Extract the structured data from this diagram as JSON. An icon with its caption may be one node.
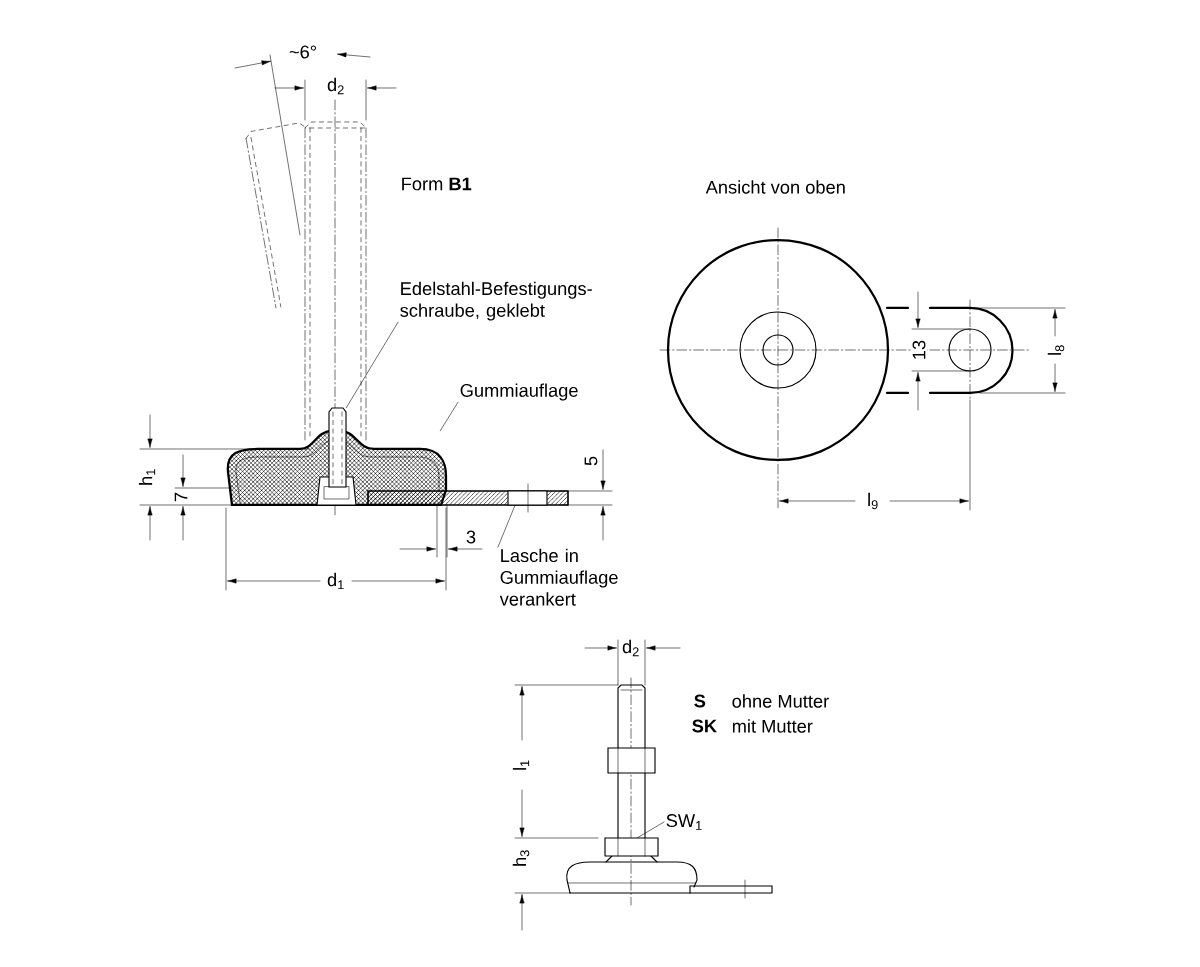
{
  "diagram": {
    "nodes": [
      {
        "text": [
          "Edelstahl-Befestigungs- schraube, geklebt"
        ]
      },
      {
        "text": [
          "Gummiauflage"
        ]
      },
      {
        "text": [
          "Lasche in Gummiauflage verankert"
        ]
      },
      {
        "text": [
          "SW$_{1}$"
        ]
      },
      {
        "text": [],
        "shape": "picture"
      },
      {
        "text": [],
        "shape": "picture"
      },
      {
        "text": [],
        "shape": "picture"
      },
      {
        "text": [],
        "shape": "picture"
      }
    ],
    "edges": [
      {
        "from": 0,
        "to": 4,
        "arrow": "none"
      },
      {
        "from": 1,
        "to": 5,
        "arrow": "none"
      },
      {
        "from": 2,
        "to": 6,
        "arrow": "none"
      },
      {
        "from": 3,
        "to": 7,
        "arrow": "none"
      }
    ],
    "labels": [
      "~6°",
      "d$_{2}$",
      "Form **B1**",
      "Ansicht von oben",
      "h$_{1}$",
      "7",
      "5",
      "3",
      "d$_{1}$",
      "13",
      "l$_{8}$",
      "l$_{9}$",
      "d$_{2}$",
      "S",
      "ohne Mutter",
      "SK",
      "mit Mutter",
      "l$_{1}$",
      "h$_{3}$"
    ]
  }
}
